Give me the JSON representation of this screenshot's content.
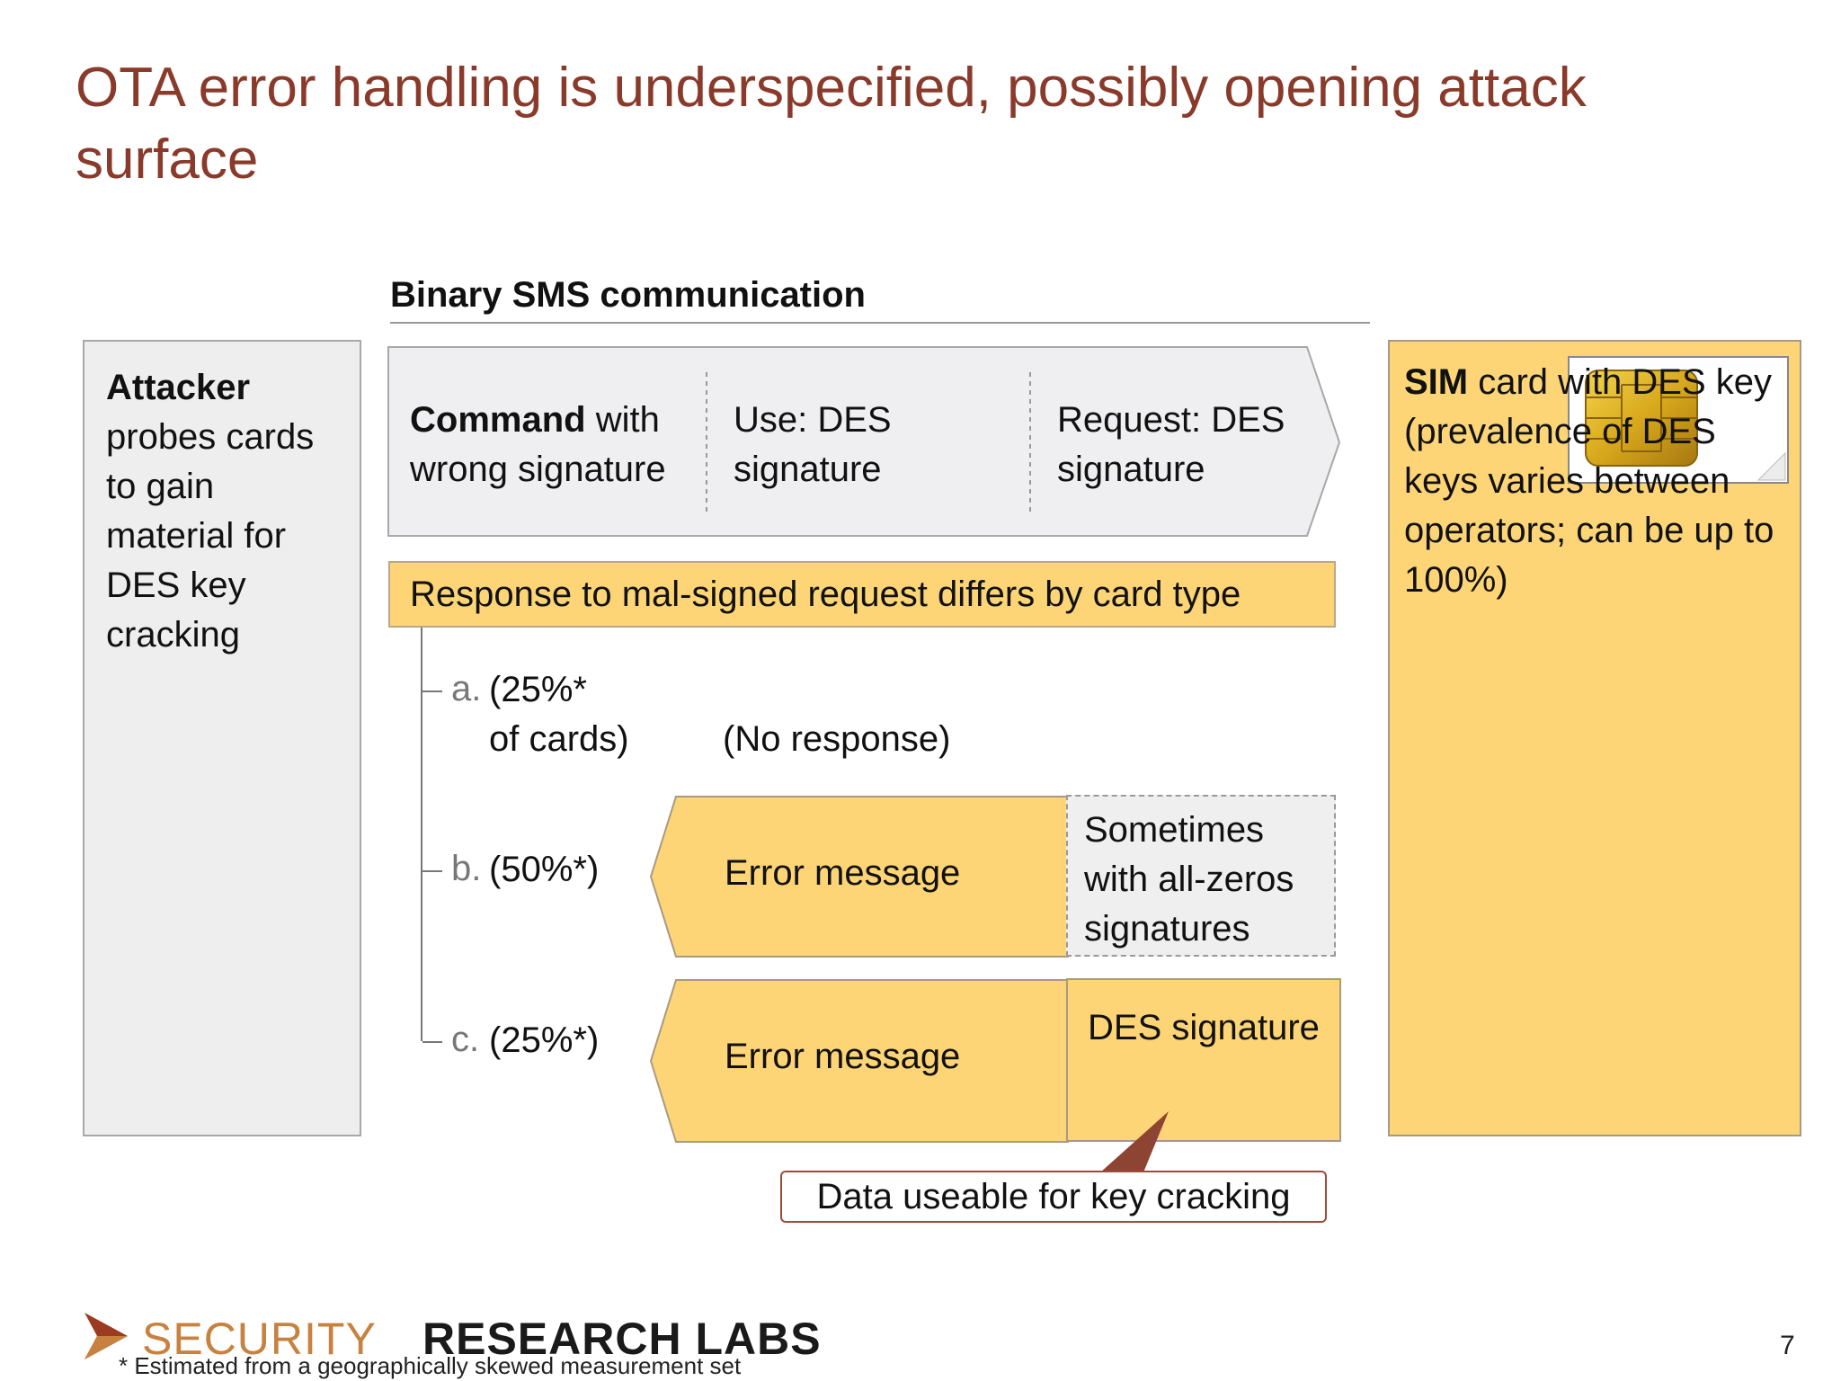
{
  "title": "OTA error handling is underspecified, possibly opening attack surface",
  "sms_heading": "Binary SMS communication",
  "attacker": {
    "bold": "Attacker",
    "rest": "probes cards to gain material for DES key cracking"
  },
  "command": {
    "segment1_bold": "Command",
    "segment1_rest": " with wrong signature",
    "segment2": "Use: DES signature",
    "segment3": "Request: DES signature"
  },
  "response_bar": "Response to mal-signed request differs by card type",
  "cases": [
    {
      "letter": "a.",
      "pct_line1": "(25%*",
      "pct_line2": "of cards)",
      "outcome": "(No response)"
    },
    {
      "letter": "b.",
      "pct": "(50%*)",
      "arrow_label": "Error message",
      "box_text": "Sometimes with all-zeros signatures"
    },
    {
      "letter": "c.",
      "pct": "(25%*)",
      "arrow_label": "Error message",
      "box_text": "DES signature"
    }
  ],
  "callout": "Data useable for key cracking",
  "sim": {
    "bold": "SIM",
    "rest": " card with DES key (prevalence of DES keys varies between operators; can be up to 100%)"
  },
  "logo": {
    "part1": "SECURITY",
    "part2": "RESEARCH LABS"
  },
  "footnote": "*  Estimated from a geographically skewed measurement set",
  "page_number": "7",
  "colors": {
    "title": "#8a3a2a",
    "accent_yellow": "#fdd576",
    "gray_box": "#eeeeee",
    "callout_border": "#a24a3a"
  }
}
